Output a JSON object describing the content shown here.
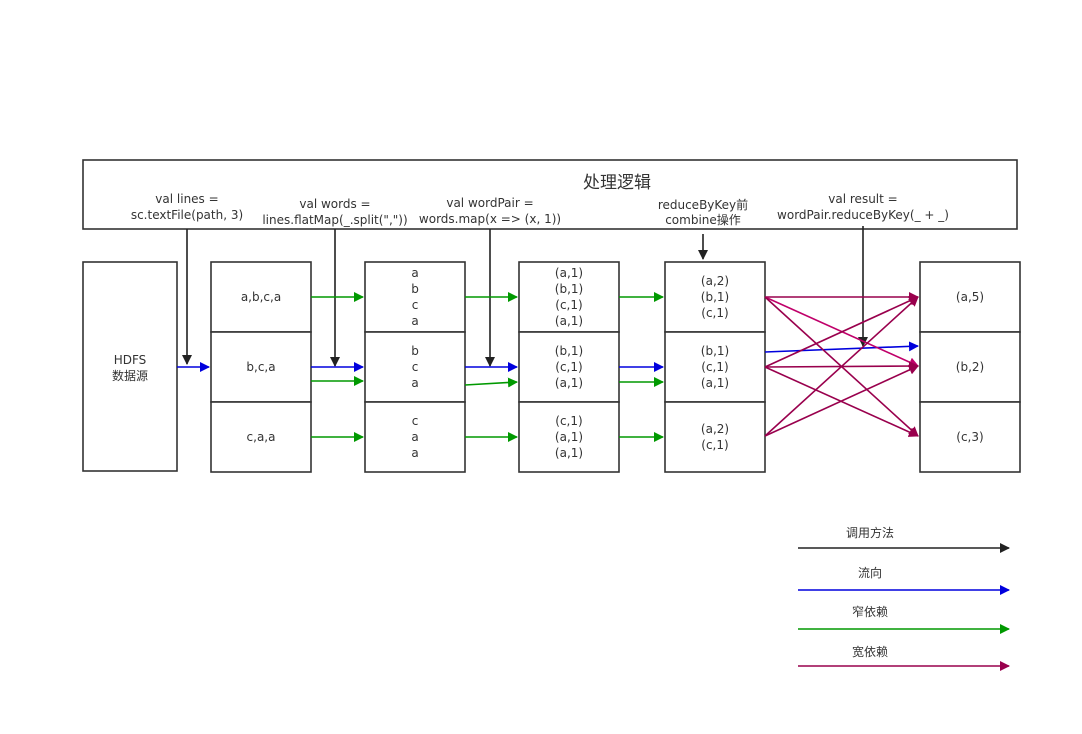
{
  "title": "处理逻辑",
  "colors": {
    "title": "#9a9a00",
    "highlight": "#e0000a",
    "call": "#222222",
    "flow": "#0000dd",
    "narrow": "#009900",
    "wide": "#99004d",
    "wide_alt": "#c0006a",
    "text": "#333333",
    "border": "#333333"
  },
  "code": {
    "lines": [
      "val lines =",
      "sc.textFile(path, 3)"
    ],
    "words": [
      "val words =",
      "lines.flatMap(_.split(\",\"))"
    ],
    "wordpair": [
      "val wordPair =",
      "words.map(x => (x, 1))"
    ],
    "combine": [
      "reduceByKey前",
      "combine操作"
    ],
    "result": [
      "val result =",
      "wordPair.reduceByKey(_ + _)"
    ]
  },
  "source": [
    "HDFS",
    "数据源"
  ],
  "columns": {
    "lines": [
      [
        "a,b,c,a"
      ],
      [
        "b,c,a"
      ],
      [
        "c,a,a"
      ]
    ],
    "words": [
      [
        "a",
        "b",
        "c",
        "a"
      ],
      [
        "b",
        "c",
        "a"
      ],
      [
        "c",
        "a",
        "a"
      ]
    ],
    "pairs": [
      [
        "(a,1)",
        "(b,1)",
        "(c,1)",
        "(a,1)"
      ],
      [
        "(b,1)",
        "(c,1)",
        "(a,1)"
      ],
      [
        "(c,1)",
        "(a,1)",
        "(a,1)"
      ]
    ],
    "combined": [
      [
        "(a,2)",
        "(b,1)",
        "(c,1)"
      ],
      [
        "(b,1)",
        "(c,1)",
        "(a,1)"
      ],
      [
        "(a,2)",
        "(c,1)"
      ]
    ],
    "result": [
      [
        "(a,5)"
      ],
      [
        "(b,2)"
      ],
      [
        "(c,3)"
      ]
    ]
  },
  "legend": [
    {
      "label": "调用方法",
      "color": "#222222"
    },
    {
      "label": "流向",
      "color": "#0000dd"
    },
    {
      "label": "窄依赖",
      "color": "#009900"
    },
    {
      "label": "宽依赖",
      "color": "#99004d"
    }
  ]
}
